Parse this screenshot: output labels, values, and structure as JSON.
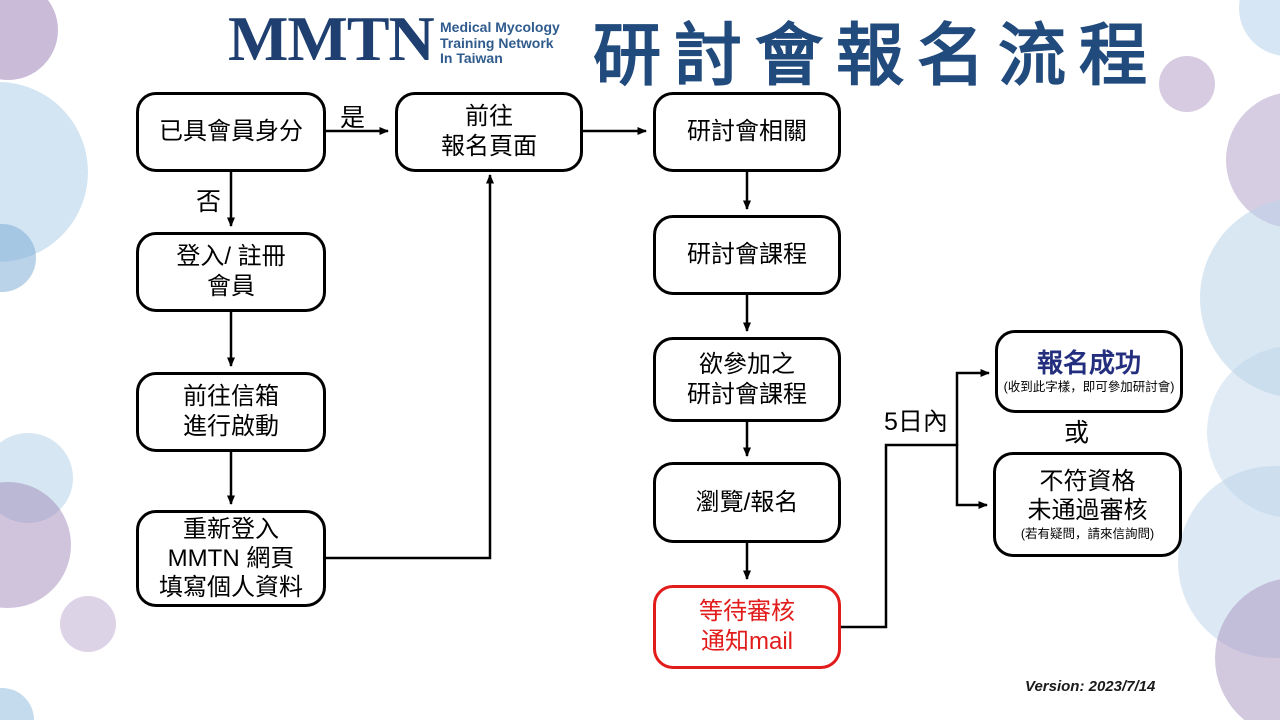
{
  "header": {
    "logo_text": "MMTN",
    "logo_subtitle_line1": "Medical Mycology",
    "logo_subtitle_line2": "Training Network",
    "logo_subtitle_line3": "In Taiwan",
    "title": "研討會報名流程"
  },
  "flowchart": {
    "nodes": {
      "member_check": {
        "line1": "已具會員身分"
      },
      "login_register": {
        "line1": "登入/ 註冊",
        "line2": "會員"
      },
      "goto_mailbox": {
        "line1": "前往信箱",
        "line2": "進行啟動"
      },
      "relogin": {
        "line1": "重新登入",
        "line2": "MMTN 網頁",
        "line3": "填寫個人資料"
      },
      "goto_registration": {
        "line1": "前往",
        "line2": "報名頁面"
      },
      "seminar_related": {
        "line1": "研討會相關"
      },
      "seminar_courses": {
        "line1": "研討會課程"
      },
      "desired_course": {
        "line1": "欲參加之",
        "line2": "研討會課程"
      },
      "browse_register": {
        "line1": "瀏覽/報名"
      },
      "wait_review": {
        "line1": "等待審核",
        "line2": "通知mail"
      },
      "success": {
        "line1": "報名成功",
        "note": "(收到此字樣，即可參加研討會)"
      },
      "fail": {
        "line1": "不符資格",
        "line2": "未通過審核",
        "note": "(若有疑問，請來信詢問)"
      }
    },
    "labels": {
      "yes": "是",
      "no": "否",
      "within_days": "5日內",
      "or": "或"
    }
  },
  "footer": {
    "version": "Version: 2023/7/14"
  },
  "colors": {
    "title_navy": "#214a7d",
    "logo_navy": "#1e3f70",
    "logo_subtitle_blue": "#2f5b8d",
    "success_navy": "#232f7e",
    "alert_red": "#e21b1b",
    "line_black": "#000000"
  }
}
